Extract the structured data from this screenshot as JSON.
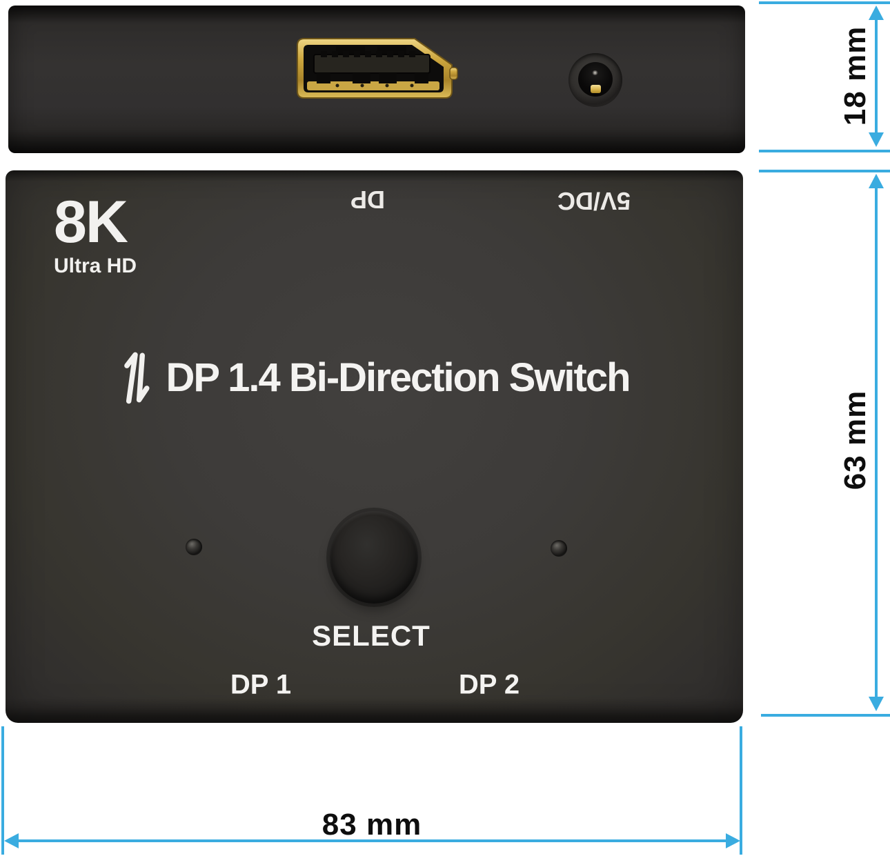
{
  "diagram": {
    "type": "product-dimension-diagram",
    "product": "DP 1.4 Bi-Direction Switch"
  },
  "device": {
    "badge": {
      "line1": "8K",
      "line2": "Ultra HD"
    },
    "top_edge_labels": {
      "dp_port": "DP",
      "power": "5V/DC"
    },
    "front_title": "DP 1.4 Bi-Direction Switch",
    "button_label": "SELECT",
    "port_labels": {
      "left": "DP 1",
      "right": "DP 2"
    }
  },
  "dimensions": {
    "top_view_height": "18 mm",
    "front_view_height": "63 mm",
    "width": "83 mm"
  },
  "colors": {
    "dimension_accent": "#3aace0",
    "dimension_text": "#0e0e0e",
    "device_body": "#3a3836",
    "connector_gold": "#c9a43c",
    "device_label_text": "#f2f1ef",
    "background": "#ffffff"
  },
  "icons": {
    "bi_direction_arrows": "up-down bidirectional arrows",
    "displayport_connector": "gold DisplayPort female connector",
    "dc_power_jack": "5V DC barrel power jack",
    "led_indicator": "recessed status LED",
    "select_button": "round black push button"
  }
}
